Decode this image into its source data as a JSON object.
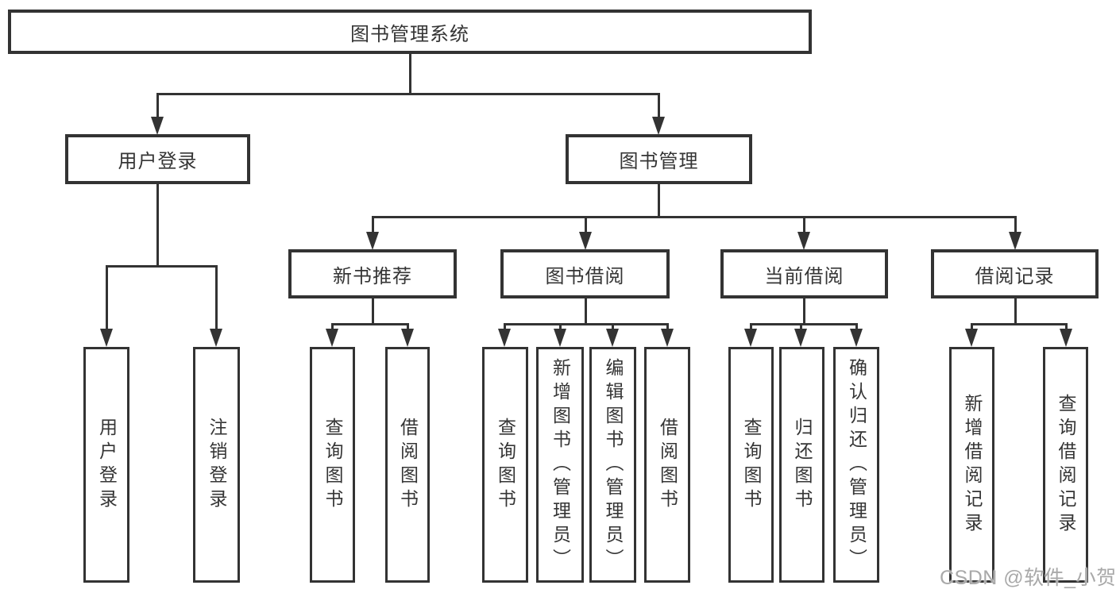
{
  "diagram": {
    "root": "图书管理系统",
    "level2": {
      "user_login": "用户登录",
      "book_mgmt": "图书管理"
    },
    "level3": {
      "new_book_rec": "新书推荐",
      "book_borrow": "图书借阅",
      "current_borrow": "当前借阅",
      "borrow_records": "借阅记录"
    },
    "leaves": {
      "user_login": [
        "用户登录",
        "注销登录"
      ],
      "new_book_rec": [
        "查询图书",
        "借阅图书"
      ],
      "book_borrow": [
        "查询图书",
        "新增图书（管理员）",
        "编辑图书（管理员）",
        "借阅图书"
      ],
      "current_borrow": [
        "查询图书",
        "归还图书",
        "确认归还（管理员）"
      ],
      "borrow_records": [
        "新增借阅记录",
        "查询借阅记录"
      ]
    },
    "colors": {
      "line": "#333333",
      "text": "#353535",
      "watermark": "#a9a9a9",
      "background": "#ffffff"
    },
    "watermark": "CSDN @软件_小贺同学"
  }
}
